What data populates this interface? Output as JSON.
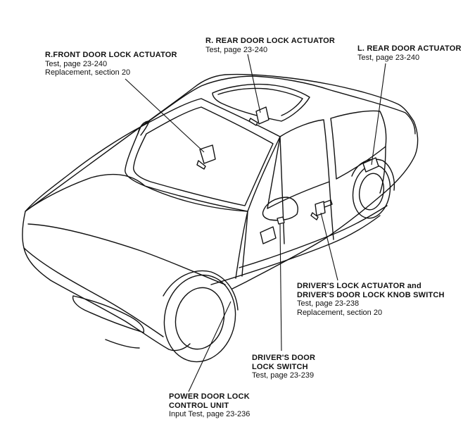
{
  "callouts": {
    "r_front": {
      "title": "R.FRONT DOOR LOCK ACTUATOR",
      "line2": "Test, page 23-240",
      "line3": "Replacement, section 20"
    },
    "r_rear": {
      "title": "R. REAR DOOR LOCK ACTUATOR",
      "line2": "Test, page 23-240"
    },
    "l_rear": {
      "title": "L. REAR DOOR ACTUATOR",
      "line2": "Test, page 23-240"
    },
    "drivers_actuator": {
      "title": "DRIVER'S LOCK ACTUATOR and",
      "title2": "DRIVER'S DOOR LOCK KNOB SWITCH",
      "line3": "Test, page 23-238",
      "line4": "Replacement, section 20"
    },
    "drivers_switch": {
      "title": "DRIVER'S DOOR",
      "title2": "LOCK SWITCH",
      "line3": "Test, page 23-239"
    },
    "control_unit": {
      "title": "POWER DOOR LOCK",
      "title2": "CONTROL UNIT",
      "line3": "Input Test, page 23-236"
    }
  }
}
